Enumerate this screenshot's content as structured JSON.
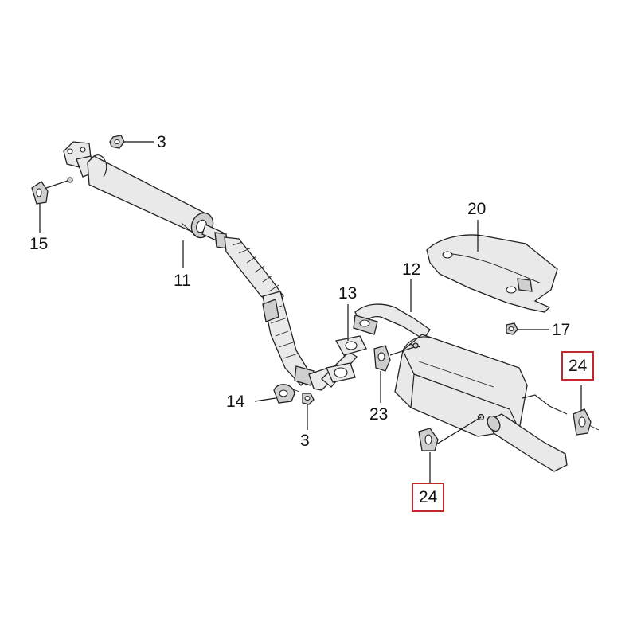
{
  "callouts": [
    {
      "id": "c3a",
      "text": "3"
    },
    {
      "id": "c15",
      "text": "15"
    },
    {
      "id": "c11",
      "text": "11"
    },
    {
      "id": "c20",
      "text": "20"
    },
    {
      "id": "c12",
      "text": "12"
    },
    {
      "id": "c13",
      "text": "13"
    },
    {
      "id": "c17",
      "text": "17"
    },
    {
      "id": "c24a",
      "text": "24"
    },
    {
      "id": "c14",
      "text": "14"
    },
    {
      "id": "c23",
      "text": "23"
    },
    {
      "id": "c3b",
      "text": "3"
    },
    {
      "id": "c24b",
      "text": "24"
    }
  ],
  "highlight_color": "#c4262e",
  "highlighted_parts": [
    "24"
  ]
}
